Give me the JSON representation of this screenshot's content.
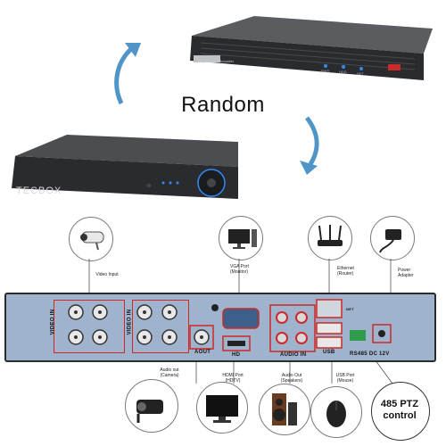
{
  "title": "Random",
  "colors": {
    "arrow": "#4f95c7",
    "panel": "#9fb3cc",
    "panel_dark": "#3d5f8a",
    "connector_box": "#cc2a2a",
    "led": "#2f8cff"
  },
  "dvr": {
    "brand_front": "TECBOX",
    "top_unit_caption": "Digital Video Recorder",
    "led_labels": [
      "PWR",
      "HDD",
      "NET"
    ]
  },
  "back_panel": {
    "video_in_left": "VIDEO IN",
    "video_in_right": "VIDEO IN",
    "aout": "AOUT",
    "hd": "HD",
    "audio_in": "AUDIO IN",
    "usb": "USB",
    "net": "NET",
    "rs485": "RS485 DC 12V"
  },
  "callouts_top": {
    "video_input": "Video Input",
    "vga_port": "VGA Port\n(Monitor)",
    "ethernet": "Ethernet\n(Router)",
    "power": "Power\nAdapter"
  },
  "callouts_bottom": {
    "audio_out_camera": "Audio out\n(Camera)",
    "hdmi_port": "HDMI Port\n(HDTV)",
    "audio_out_speakers": "Audio Out\n(Speakers)",
    "usb_port": "USB Port\n(Mouse)",
    "ptz": "485 PTZ\ncontrol"
  },
  "icons": [
    "camera-icon",
    "monitor-icon",
    "router-icon",
    "power-adapter-icon",
    "dome-camera-icon",
    "tv-icon",
    "speaker-icon",
    "mouse-icon"
  ]
}
